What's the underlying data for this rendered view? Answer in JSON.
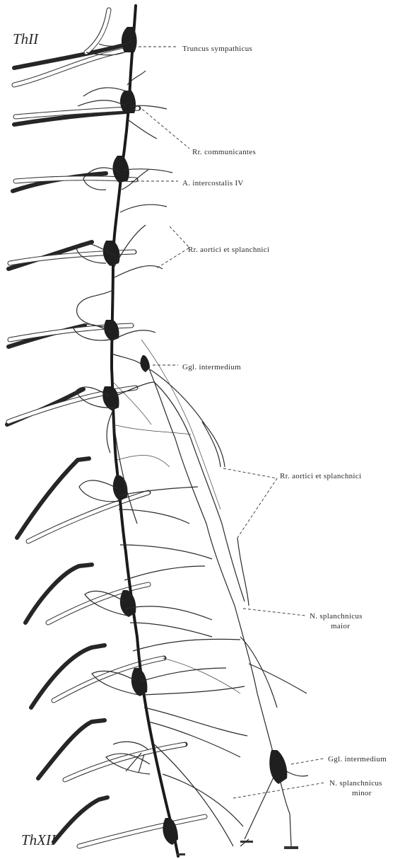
{
  "segments": {
    "top": "ThII",
    "bottom": "ThXII"
  },
  "labels": [
    {
      "id": "truncus",
      "text": "Truncus sympathicus"
    },
    {
      "id": "rr-comm",
      "text": "Rr. communicantes"
    },
    {
      "id": "a-interc",
      "text": "A. intercostalis IV"
    },
    {
      "id": "rr-aort-1",
      "text": "Rr. aortici et splanchnici"
    },
    {
      "id": "ggl-int-1",
      "text": "Ggl. intermedium"
    },
    {
      "id": "rr-aort-2",
      "text": "Rr. aortici et splanchnici"
    },
    {
      "id": "n-spl-maior-1",
      "text": "N. splanchnicus"
    },
    {
      "id": "n-spl-maior-2",
      "text": "maior"
    },
    {
      "id": "ggl-int-2",
      "text": "Ggl. intermedium"
    },
    {
      "id": "n-spl-minor-1",
      "text": "N. splanchnicus"
    },
    {
      "id": "n-spl-minor-2",
      "text": "minor"
    }
  ]
}
